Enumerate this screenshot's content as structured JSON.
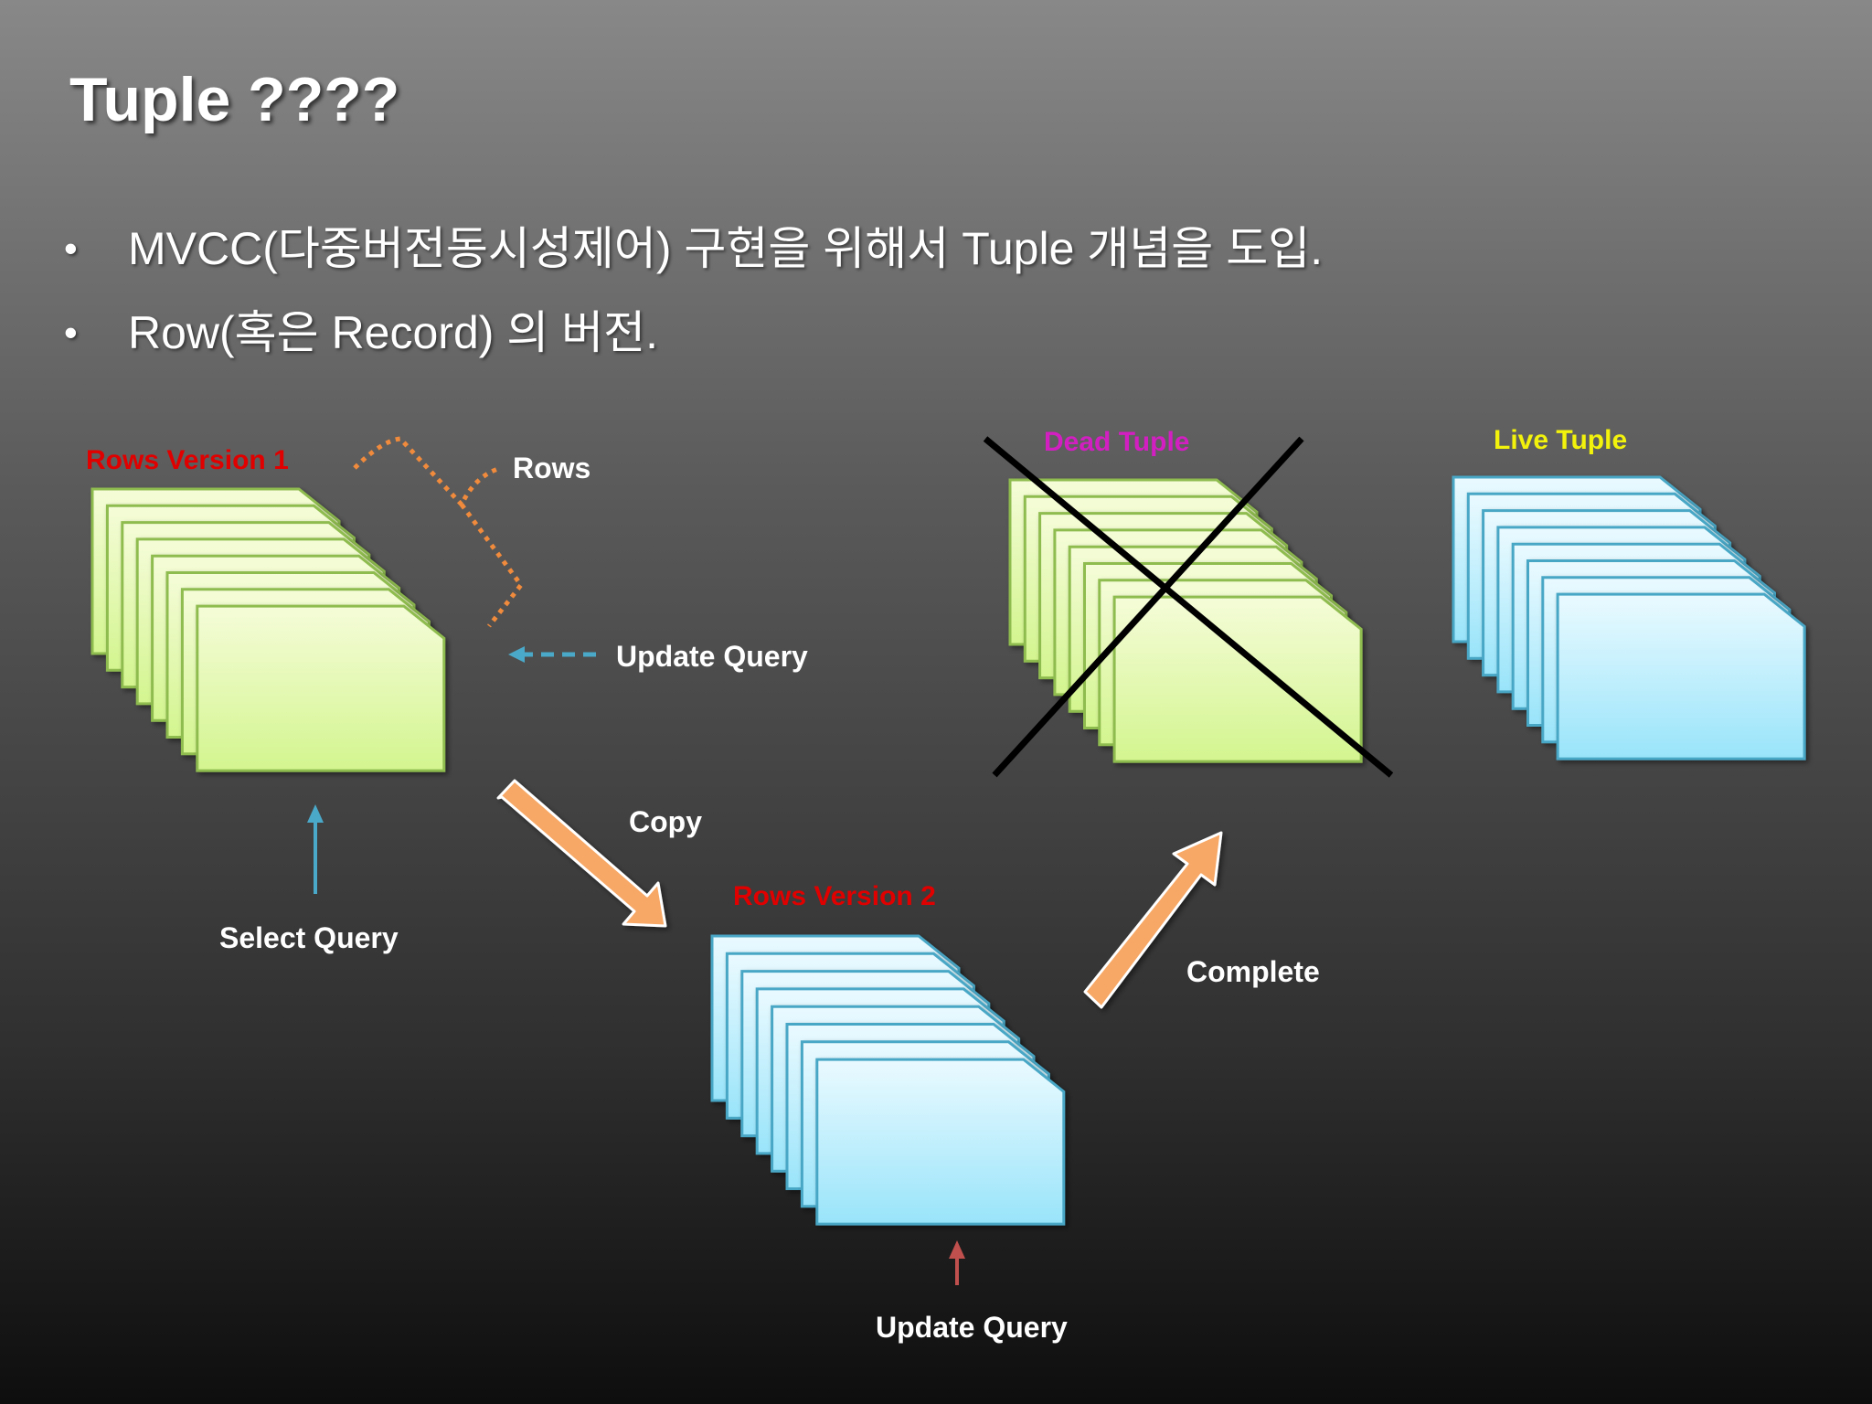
{
  "slide": {
    "title": "Tuple ????",
    "bullets": [
      "MVCC(다중버전동시성제어) 구현을 위해서 Tuple 개념을 도입.",
      "Row(혹은 Record) 의 버전."
    ]
  },
  "diagram": {
    "stacks": [
      {
        "label": "Rows Version 1",
        "color": "green"
      },
      {
        "label": "Rows Version 2",
        "color": "blue"
      },
      {
        "label": "Dead Tuple",
        "color": "green"
      },
      {
        "label": "Live Tuple",
        "color": "blue"
      }
    ],
    "labels": {
      "rows": "Rows",
      "update_query_top": "Update Query",
      "select_query": "Select Query",
      "copy": "Copy",
      "complete": "Complete",
      "update_query_bottom": "Update Query"
    }
  },
  "colors": {
    "green_fill_top": "#f5fcd8",
    "green_fill_bottom": "#d3f58f",
    "green_stroke": "#8fbc4f",
    "blue_fill_top": "#eafaff",
    "blue_fill_bottom": "#99e4fa",
    "blue_stroke": "#48a7c6",
    "orange_arrow": "#f7a866",
    "label_red": "#e00000",
    "label_magenta": "#d21fc1",
    "label_yellow": "#f2f20c"
  }
}
